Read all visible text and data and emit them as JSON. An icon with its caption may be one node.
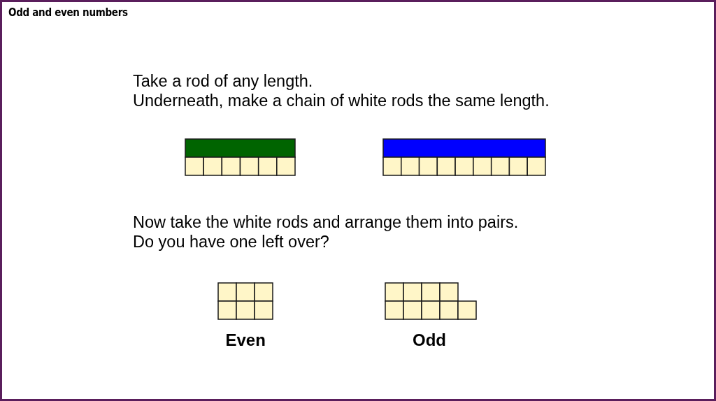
{
  "diagram": {
    "title": "Odd and even numbers",
    "labels": [
      "Take a rod of any length.",
      "Underneath, make a chain of white rods the same length.",
      "Now take the white rods and arrange them into pairs.",
      "Do you have one left over?",
      "Even",
      "Odd"
    ]
  }
}
